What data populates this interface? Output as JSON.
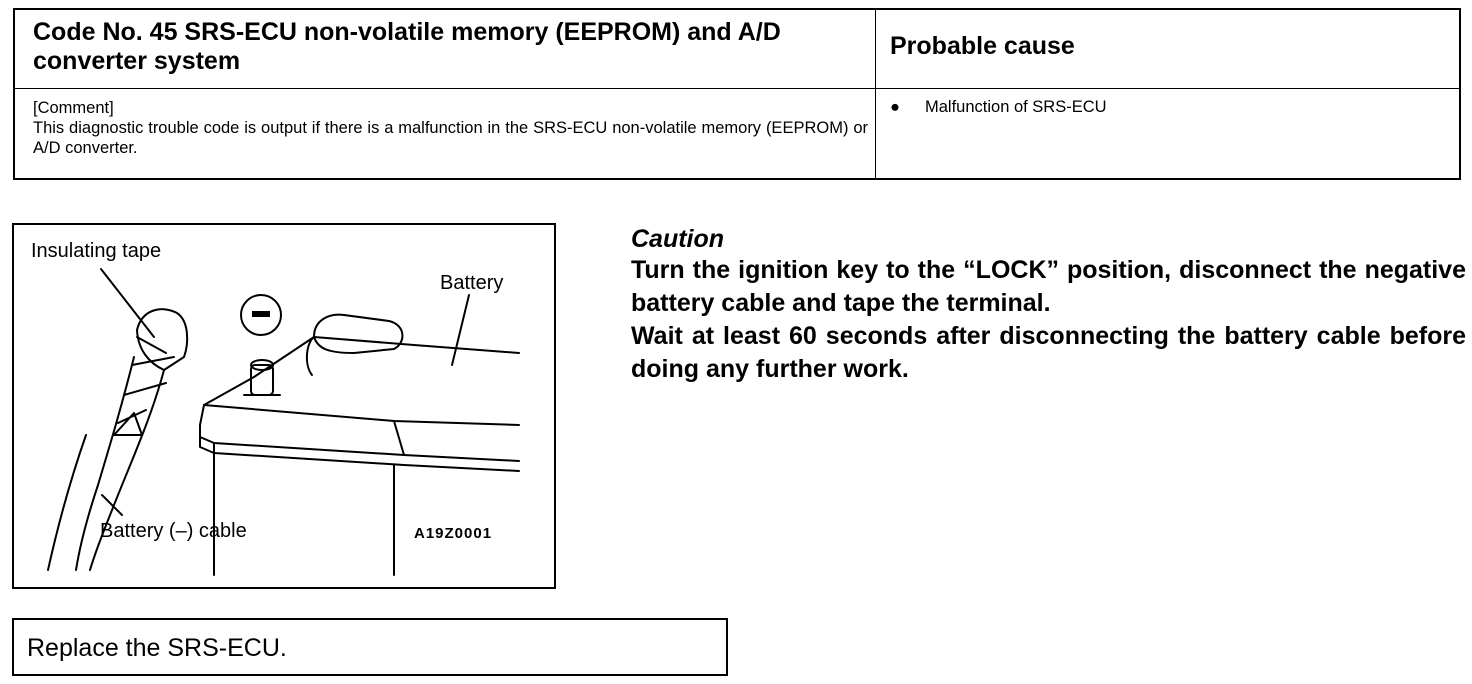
{
  "table": {
    "code_title": "Code No. 45 SRS-ECU non-volatile memory (EEPROM) and A/D converter system",
    "cause_header": "Probable cause",
    "comment_label": "[Comment]",
    "comment_text": "This diagnostic trouble code is output if there is a malfunction in the SRS-ECU non-volatile memory (EEPROM) or A/D converter.",
    "cause_items": [
      "Malfunction of SRS-ECU"
    ]
  },
  "figure": {
    "label_insulating_tape": "Insulating tape",
    "label_battery": "Battery",
    "label_cable": "Battery (–) cable",
    "figure_code": "A19Z0001",
    "minus_symbol": "–"
  },
  "caution": {
    "title": "Caution",
    "lines": [
      "Turn the ignition key to the “LOCK” position, disconnect the negative battery cable and tape the terminal.",
      "Wait at least 60 seconds after disconnecting the battery cable before doing any further work."
    ]
  },
  "action": {
    "text": "Replace the SRS-ECU."
  }
}
